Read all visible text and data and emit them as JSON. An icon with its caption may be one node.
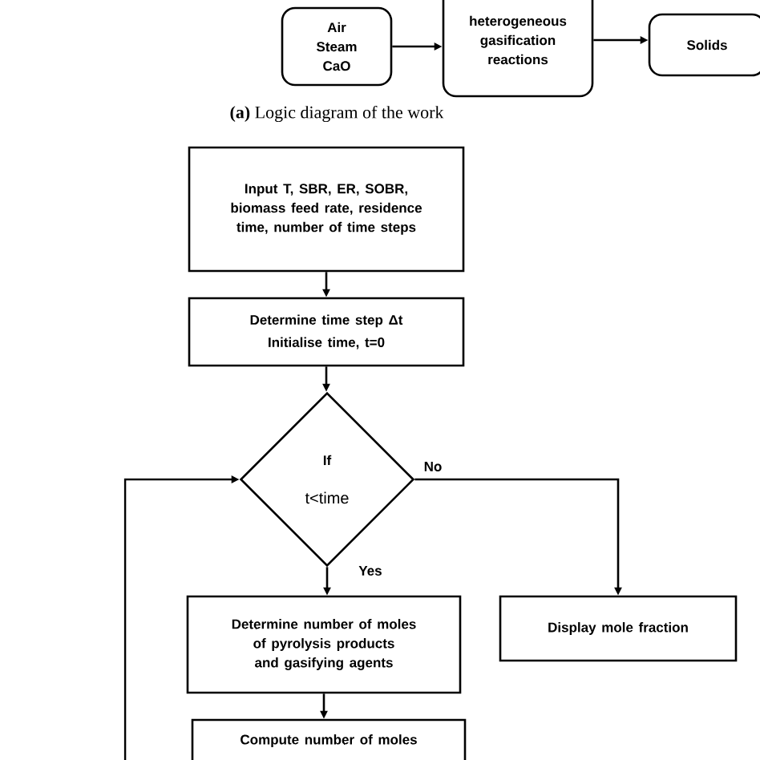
{
  "diagram": {
    "caption": "**(a)** Logic diagram of the work",
    "nodes": [
      {
        "text": [
          "Air Steam CaO"
        ]
      },
      {
        "text": [
          "heterogeneous gasification reactions"
        ]
      },
      {
        "text": [
          "Solids"
        ]
      },
      {
        "text": [
          "Input T, SBR, ER, SOBR, biomass feed rate, residence time, number of time steps"
        ]
      },
      {
        "text": [
          "Determine time step Δt",
          "Initialise time, t=0"
        ]
      },
      {
        "text": [
          "If",
          "t<time"
        ]
      },
      {
        "text": [
          "Determine number of moles of pyrolysis products and gasifying agents"
        ]
      },
      {
        "text": [
          "Display mole fraction"
        ]
      },
      {
        "text": [
          "Compute number of moles"
        ]
      }
    ],
    "edges": [
      {
        "from": 0,
        "to": 1,
        "arrow": "to"
      },
      {
        "from": 1,
        "to": 2,
        "arrow": "to"
      },
      {
        "from": 3,
        "to": 4,
        "arrow": "to"
      },
      {
        "from": 4,
        "to": 5,
        "arrow": "to"
      },
      {
        "from": 5,
        "to": 6,
        "arrow": "to",
        "label": "Yes"
      },
      {
        "from": 5,
        "to": 7,
        "arrow": "to",
        "label": "No"
      },
      {
        "from": 6,
        "to": 8,
        "arrow": "to"
      },
      {
        "from": null,
        "to": 5,
        "arrow": "to"
      }
    ]
  }
}
